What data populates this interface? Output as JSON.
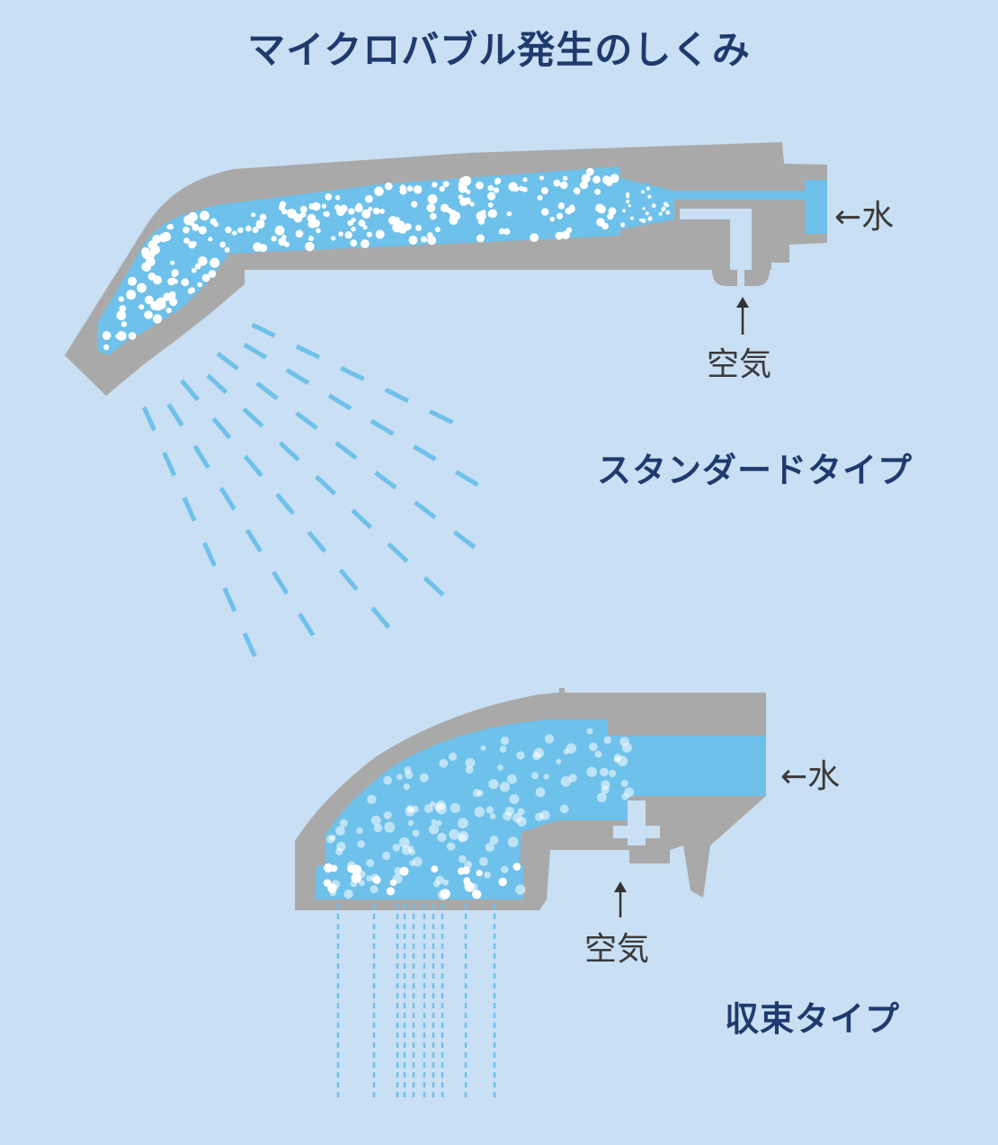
{
  "title": "マイクロバブル発生のしくみ",
  "standard": {
    "type_label": "スタンダードタイプ",
    "water_label": "←水",
    "air_arrow": "↑",
    "air_label": "空気"
  },
  "convergent": {
    "type_label": "収束タイプ",
    "water_label": "←水",
    "air_arrow": "↑",
    "air_label": "空気"
  },
  "colors": {
    "background": "#c9dff3",
    "body_gray": "#a9a9a9",
    "water_blue": "#6ec1ea",
    "title_navy": "#1f3a6d",
    "bubble": "#ffffff"
  }
}
